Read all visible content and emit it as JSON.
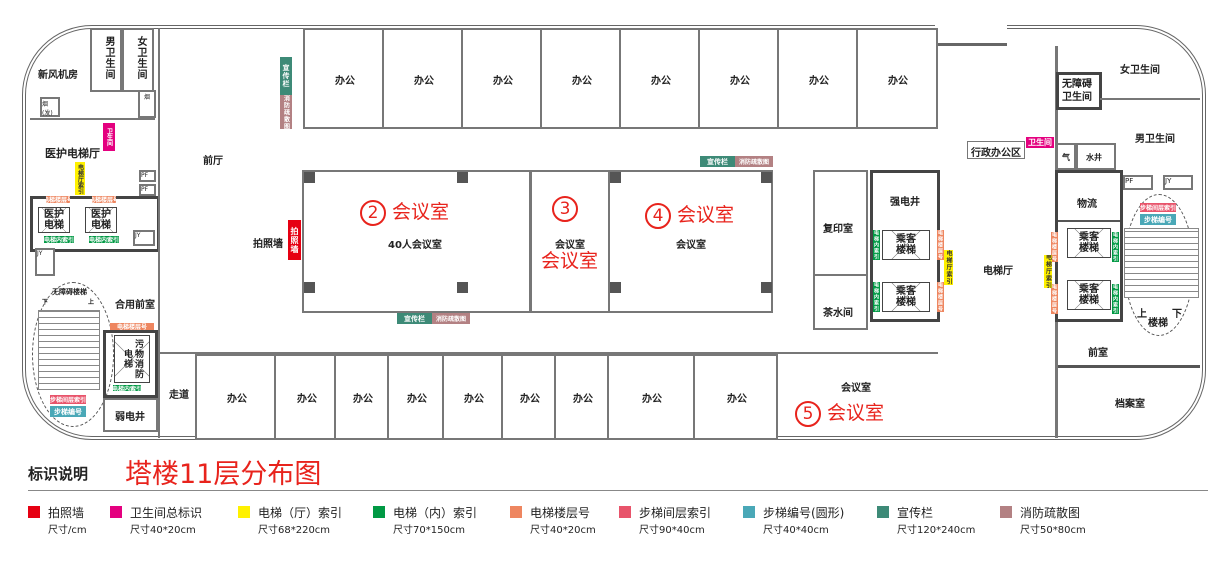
{
  "title": "塔楼11层分布图",
  "legend_heading": "标识说明",
  "colors": {
    "photo_wall": "#e60012",
    "toilet": "#e4007f",
    "elev_hall": "#fff100",
    "elev_in": "#009944",
    "elev_floor": "#ee8660",
    "stair_index": "#e8546b",
    "stair_no": "#4aa8b7",
    "board": "#3d8a77",
    "evac": "#b38183",
    "accent": "#e8231c"
  },
  "legend": [
    {
      "name": "拍照墙",
      "size": "尺寸/cm"
    },
    {
      "name": "卫生间总标识",
      "size": "尺寸40*20cm"
    },
    {
      "name": "电梯（厅）索引",
      "size": "尺寸68*220cm"
    },
    {
      "name": "电梯（内）索引",
      "size": "尺寸70*150cm"
    },
    {
      "name": "电梯楼层号",
      "size": "尺寸40*20cm"
    },
    {
      "name": "步梯间层索引",
      "size": "尺寸90*40cm"
    },
    {
      "name": "步梯编号(圆形)",
      "size": "尺寸40*40cm"
    },
    {
      "name": "宣传栏",
      "size": "尺寸120*240cm"
    },
    {
      "name": "消防疏散图",
      "size": "尺寸50*80cm"
    }
  ],
  "tags": {
    "toilet": "卫生间",
    "elev_hall": "电梯厅索引",
    "elev_in": "电梯内索引",
    "elev_floor": "电梯楼层号",
    "stair_index": "步梯间层索引",
    "stair_no": "步梯编号",
    "board": "宣传栏",
    "evac": "消防疏散图",
    "photo_wall": "拍照墙"
  },
  "rooms": {
    "fresh_air": "新风机房",
    "male_wc": "男卫生间",
    "female_wc": "女卫生间",
    "smoke": "烟",
    "smoke2": "烟(发)",
    "med_hall": "医护电梯厅",
    "med_elev": "医护电梯",
    "pf": "PF",
    "jy": "JY",
    "shared_ante": "合用前室",
    "accessible_stair": "无障碍楼梯",
    "down": "下",
    "up": "上",
    "dirty_elev": "污物消防电梯",
    "weak_shaft": "弱电井",
    "corridor": "走道",
    "lobby": "前厅",
    "photo_wall_label": "拍照墙",
    "office": "办公",
    "meeting40": "40人会议室",
    "meeting": "会议室",
    "copy": "复印室",
    "tea": "茶水间",
    "strong_shaft": "强电井",
    "pass_elev": "乘客楼梯",
    "elev_hall": "电梯厅",
    "admin": "行政办公区",
    "acc_wc": "无障碍卫生间",
    "female_wc_r": "女卫生间",
    "male_wc_r": "男卫生间",
    "gas": "气",
    "water": "水井",
    "logistics": "物流",
    "stair": "楼梯",
    "ante": "前室",
    "archive": "档案室"
  },
  "markers": {
    "m2": "2",
    "m3": "3",
    "m4": "4",
    "m5": "5",
    "meeting_red": "会议室"
  }
}
